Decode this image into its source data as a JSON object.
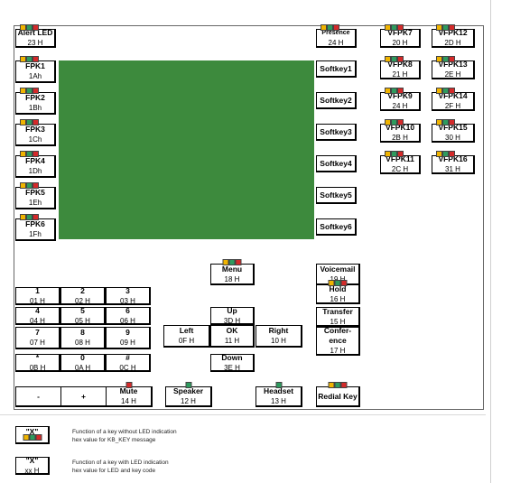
{
  "colors": {
    "screen": "#3d8a3d",
    "led_yellow": "#f0b400",
    "led_green": "#2e9b5e",
    "led_red": "#d42a2a"
  },
  "keys": {
    "alert_led": {
      "title": "Alert LED",
      "hex": "23 H"
    },
    "fpk1": {
      "title": "FPK1",
      "hex": "1Ah"
    },
    "fpk2": {
      "title": "FPK2",
      "hex": "1Bh"
    },
    "fpk3": {
      "title": "FPK3",
      "hex": "1Ch"
    },
    "fpk4": {
      "title": "FPK4",
      "hex": "1Dh"
    },
    "fpk5": {
      "title": "FPK5",
      "hex": "1Eh"
    },
    "fpk6": {
      "title": "FPK6",
      "hex": "1Fh"
    },
    "presence": {
      "title": "Presence",
      "hex": "24 H"
    },
    "softkey1": {
      "title": "Softkey1"
    },
    "softkey2": {
      "title": "Softkey2"
    },
    "softkey3": {
      "title": "Softkey3"
    },
    "softkey4": {
      "title": "Softkey4"
    },
    "softkey5": {
      "title": "Softkey5"
    },
    "softkey6": {
      "title": "Softkey6"
    },
    "vfpk7": {
      "title": "VFPK7",
      "hex": "20 H"
    },
    "vfpk8": {
      "title": "VFPK8",
      "hex": "21 H"
    },
    "vfpk9": {
      "title": "VFPK9",
      "hex": "24 H"
    },
    "vfpk10": {
      "title": "VFPK10",
      "hex": "2B H"
    },
    "vfpk11": {
      "title": "VFPK11",
      "hex": "2C H"
    },
    "vfpk12": {
      "title": "VFPK12",
      "hex": "2D H"
    },
    "vfpk13": {
      "title": "VFPK13",
      "hex": "2E H"
    },
    "vfpk14": {
      "title": "VFPK14",
      "hex": "2F H"
    },
    "vfpk15": {
      "title": "VFPK15",
      "hex": "30 H"
    },
    "vfpk16": {
      "title": "VFPK16",
      "hex": "31 H"
    },
    "menu": {
      "title": "Menu",
      "hex": "18 H"
    },
    "voicemail": {
      "title": "Voicemail",
      "hex": "19 H"
    },
    "hold": {
      "title": "Hold",
      "hex": "16 H"
    },
    "transfer": {
      "title": "Transfer",
      "hex": "15 H"
    },
    "conference": {
      "title1": "Confer-",
      "title2": "ence",
      "hex": "17 H"
    },
    "up": {
      "title": "Up",
      "hex": "3D H"
    },
    "left": {
      "title": "Left",
      "hex": "0F H"
    },
    "ok": {
      "title": "OK",
      "hex": "11 H"
    },
    "right": {
      "title": "Right",
      "hex": "10 H"
    },
    "down": {
      "title": "Down",
      "hex": "3E H"
    },
    "d1": {
      "title": "1",
      "hex": "01 H"
    },
    "d2": {
      "title": "2",
      "hex": "02 H"
    },
    "d3": {
      "title": "3",
      "hex": "03 H"
    },
    "d4": {
      "title": "4",
      "hex": "04 H"
    },
    "d5": {
      "title": "5",
      "hex": "05 H"
    },
    "d6": {
      "title": "6",
      "hex": "06 H"
    },
    "d7": {
      "title": "7",
      "hex": "07 H"
    },
    "d8": {
      "title": "8",
      "hex": "08 H"
    },
    "d9": {
      "title": "9",
      "hex": "09 H"
    },
    "star": {
      "title": "*",
      "hex": "0B H"
    },
    "d0": {
      "title": "0",
      "hex": "0A H"
    },
    "hash": {
      "title": "#",
      "hex": "0C H"
    },
    "minus": {
      "title": "-"
    },
    "plus": {
      "title": "+"
    },
    "mute": {
      "title": "Mute",
      "hex": "14 H"
    },
    "speaker": {
      "title": "Speaker",
      "hex": "12 H"
    },
    "headset": {
      "title": "Headset",
      "hex": "13 H"
    },
    "redial": {
      "title": "Redial Key"
    }
  },
  "legend": {
    "sample_title": "\"X\"",
    "sample_hex": "xx H",
    "led_key_line1": "Function of a key without LED indication",
    "led_key_line2": "hex value for KB_KEY message",
    "plain_key_line1": "Function of a key with LED indication",
    "plain_key_line2": "hex value for LED and key code"
  }
}
